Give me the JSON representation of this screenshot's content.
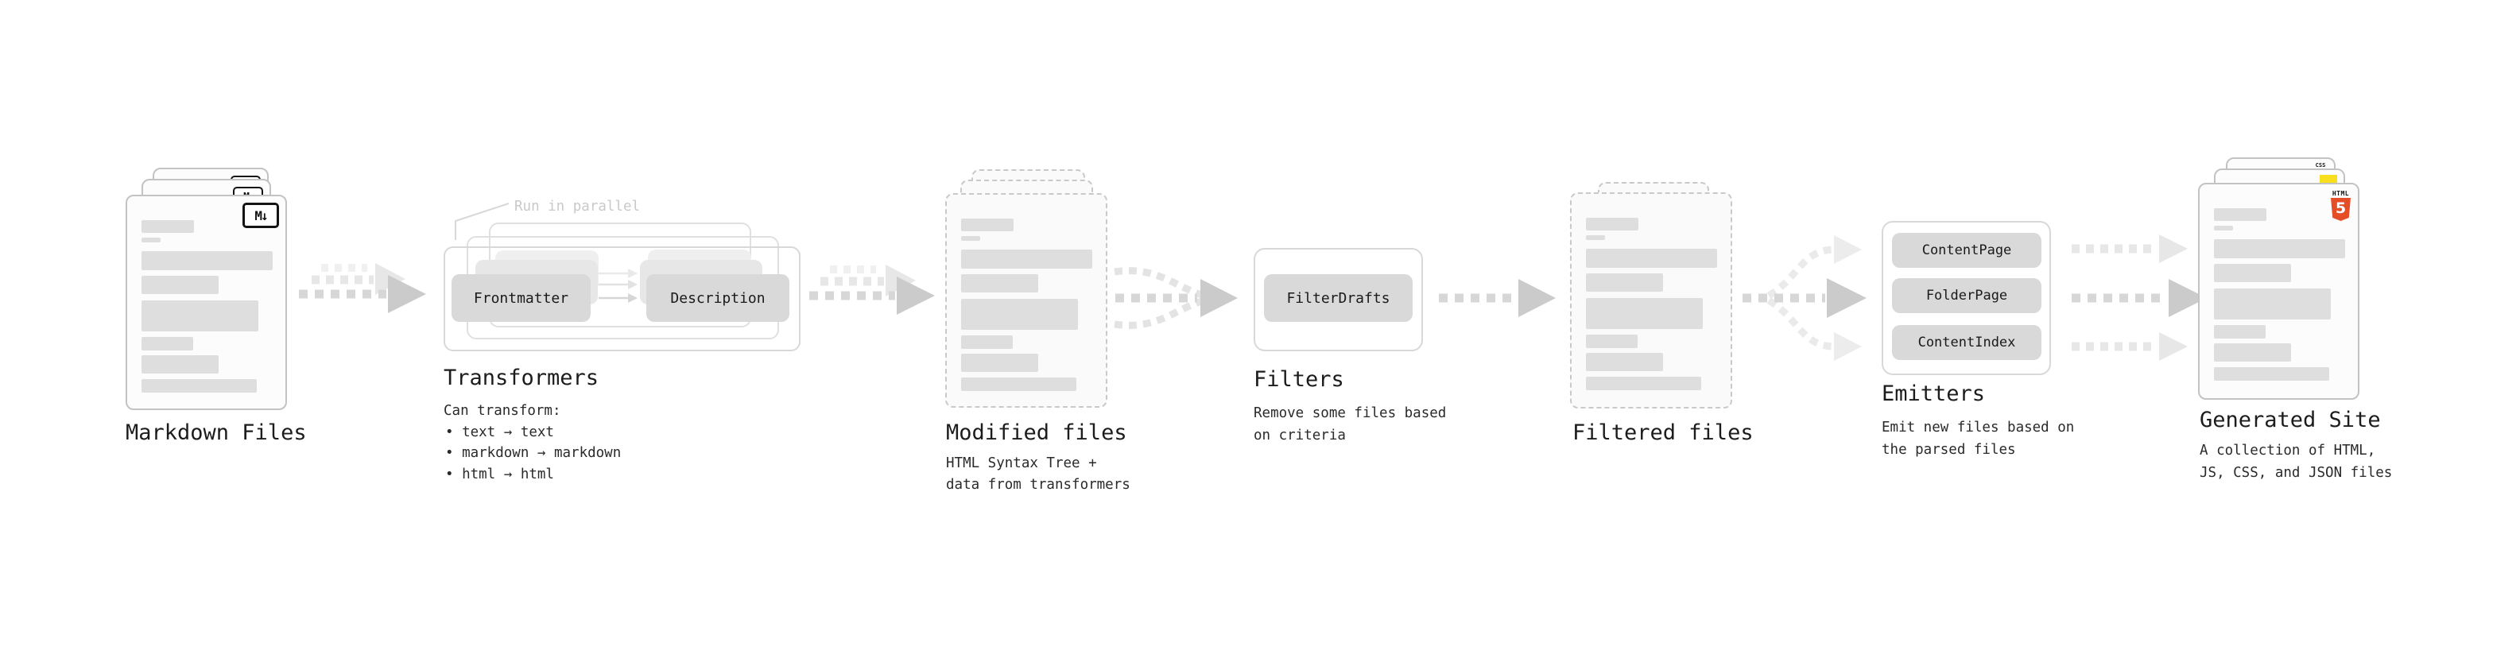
{
  "stages": {
    "markdown": {
      "title": "Markdown Files",
      "badge": "M↓"
    },
    "transformers": {
      "title": "Transformers",
      "annotation": "Run in parallel",
      "pill_left": "Frontmatter",
      "pill_right": "Description",
      "caption": "Can transform:",
      "bullets": [
        "• text → text",
        "• markdown → markdown",
        "• html → html"
      ]
    },
    "modified": {
      "title": "Modified files",
      "caption_line1": "HTML Syntax Tree +",
      "caption_line2": "data from transformers"
    },
    "filters": {
      "title": "Filters",
      "pill": "FilterDrafts",
      "caption_line1": "Remove some files based",
      "caption_line2": "on criteria"
    },
    "filtered": {
      "title": "Filtered files"
    },
    "emitters": {
      "title": "Emitters",
      "pills": [
        "ContentPage",
        "FolderPage",
        "ContentIndex"
      ],
      "caption_line1": "Emit new files based on",
      "caption_line2": "the parsed files"
    },
    "generated": {
      "title": "Generated Site",
      "caption_line1": "A collection of HTML,",
      "caption_line2": "JS, CSS, and JSON files",
      "css_badge": "CSS",
      "html_badge_label": "HTML",
      "html_badge_number": "5"
    }
  },
  "colors": {
    "html5_orange": "#e44d26",
    "js_yellow": "#f7df1e",
    "css_blue": "#2965f1",
    "dash_gray": "#d7d7d7",
    "arrowhead_gray": "#cbcbcb",
    "pill_gray": "#d9d9d9",
    "bar_gray": "#dedede",
    "annotation_gray": "#c9c9c9"
  }
}
